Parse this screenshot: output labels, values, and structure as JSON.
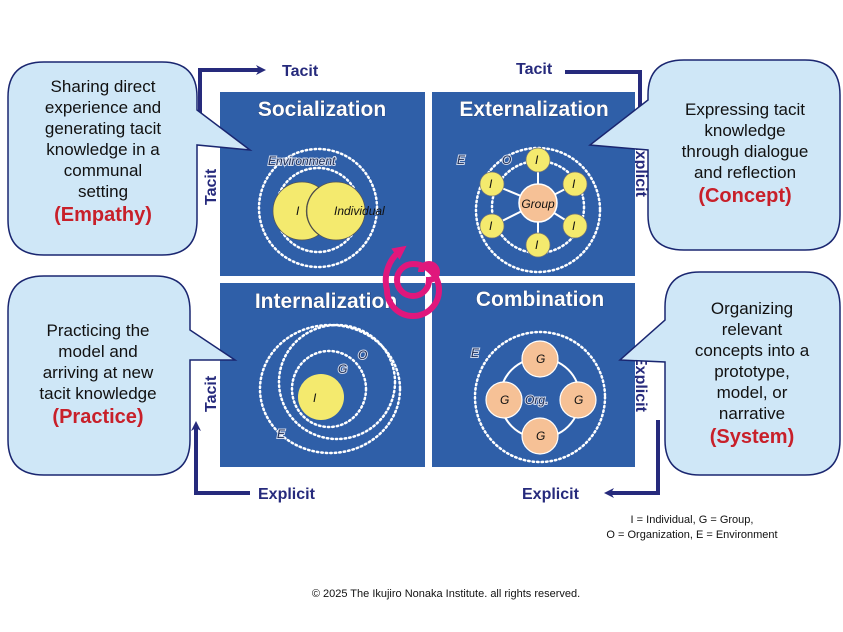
{
  "quadrants": {
    "socialization": {
      "title": "Socialization",
      "labels": {
        "environment": "Environment",
        "i": "I",
        "individual": "Individual"
      }
    },
    "externalization": {
      "title": "Externalization",
      "labels": {
        "e": "E",
        "o": "O",
        "i": "I",
        "group": "Group"
      }
    },
    "internalization": {
      "title": "Internalization",
      "labels": {
        "o": "O",
        "g": "G",
        "i": "I",
        "e": "E"
      }
    },
    "combination": {
      "title": "Combination",
      "labels": {
        "e": "E",
        "g": "G",
        "org": "Org."
      }
    }
  },
  "axes": {
    "top_left": "Tacit",
    "top_right": "Tacit",
    "left_top": "Tacit",
    "left_bottom": "Tacit",
    "right_top": "Explicit",
    "right_bottom": "Explicit",
    "bottom_left": "Explicit",
    "bottom_right": "Explicit"
  },
  "bubbles": {
    "socialization": {
      "lines": [
        "Sharing direct",
        "experience and",
        "generating tacit",
        "knowledge in a",
        "communal",
        "setting"
      ],
      "keyword": "(Empathy)"
    },
    "externalization": {
      "lines": [
        "Expressing tacit",
        "knowledge",
        "through dialogue",
        "and reflection"
      ],
      "keyword": "(Concept)"
    },
    "internalization": {
      "lines": [
        "Practicing the",
        "model and",
        "arriving at new",
        "tacit knowledge"
      ],
      "keyword": "(Practice)"
    },
    "combination": {
      "lines": [
        "Organizing",
        "relevant",
        "concepts into a",
        "prototype,",
        "model, or",
        "narrative"
      ],
      "keyword": "(System)"
    }
  },
  "legend": [
    "I  = Individual, G = Group,",
    "O = Organization, E = Environment"
  ],
  "copyright": "© 2025 The Ikujiro Nonaka Institute. all rights reserved.",
  "colors": {
    "quadrant": "#2f5fa8",
    "bubble": "#cfe7f7",
    "arrow": "#262a7c",
    "spiral": "#e0177c",
    "individual": "#f4ea6e",
    "group": "#f6c196",
    "keyword": "#c8202a"
  }
}
